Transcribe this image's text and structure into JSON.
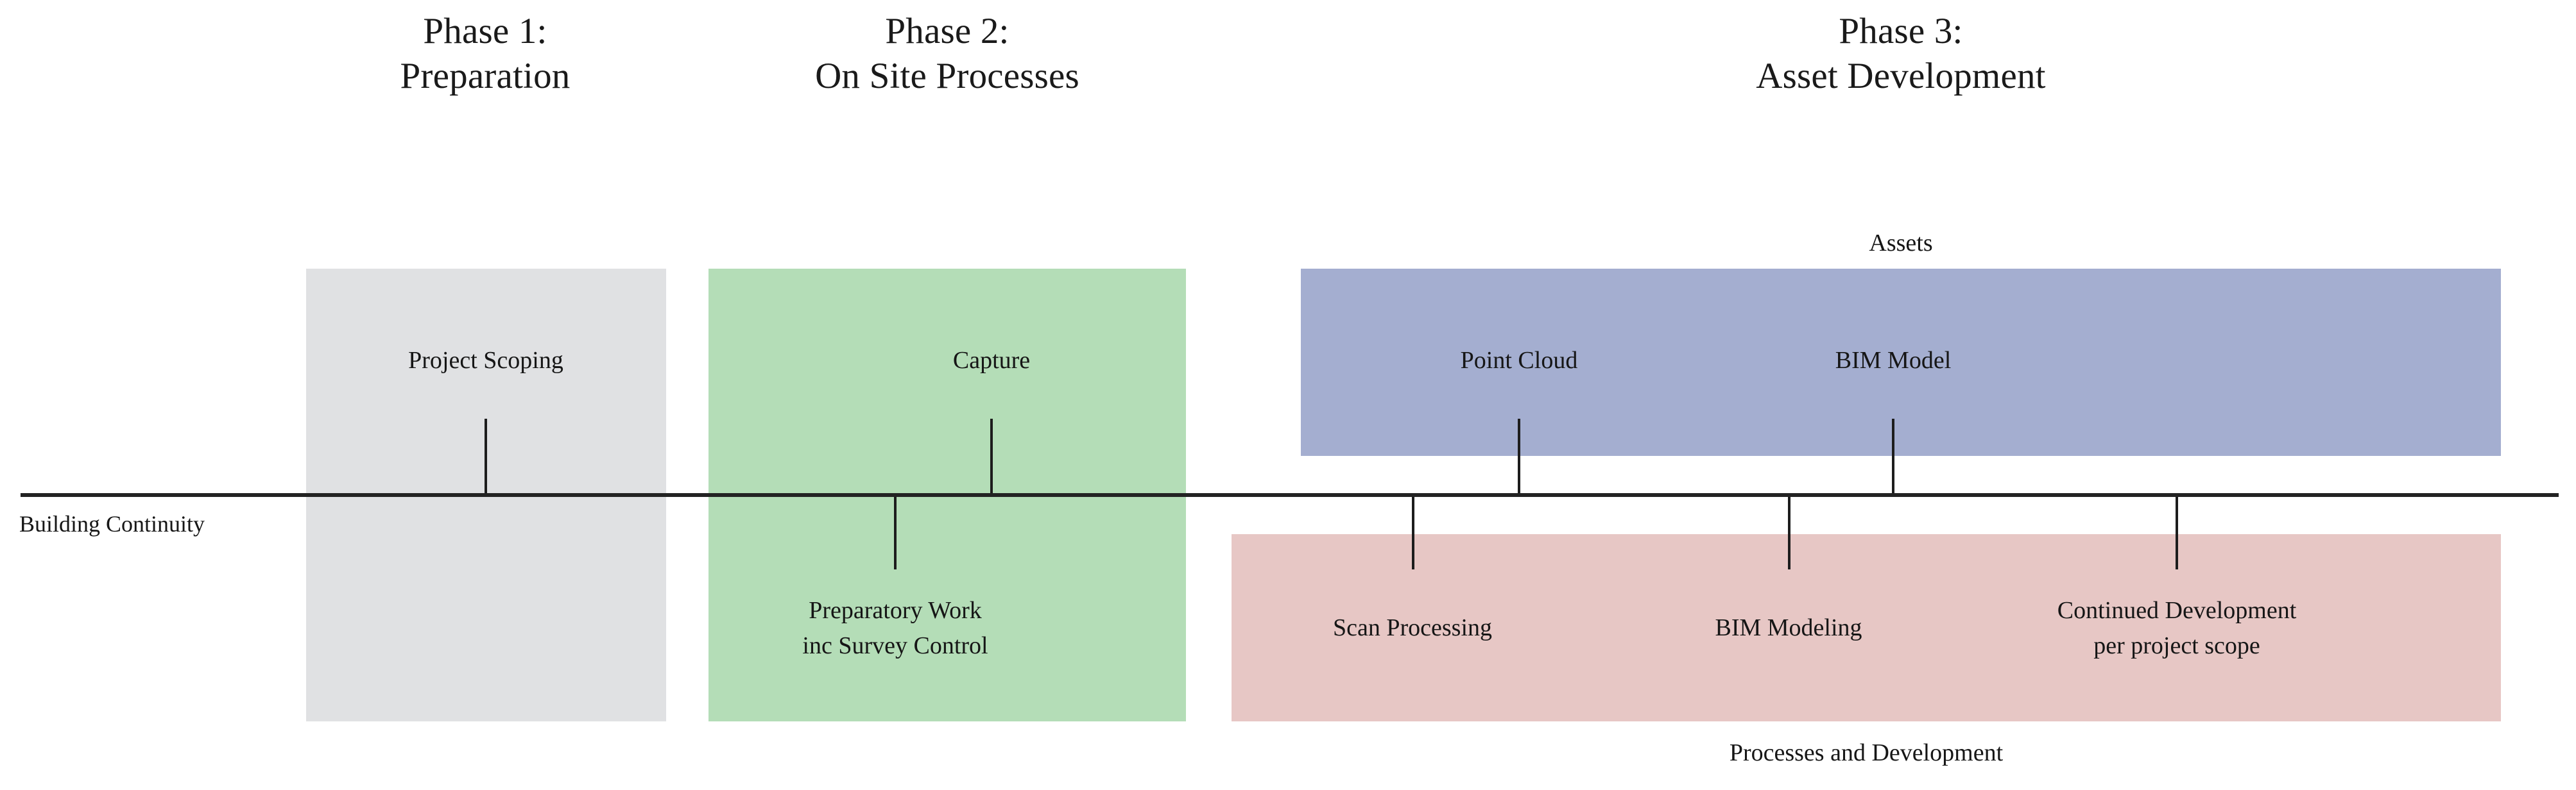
{
  "diagram": {
    "title_row": [
      {
        "name": "phase-1",
        "label": "Phase 1:\nPreparation"
      },
      {
        "name": "phase-2",
        "label": "Phase 2:\nOn Site Processes"
      },
      {
        "name": "phase-3",
        "label": "Phase 3:\nAsset Development"
      }
    ],
    "axis": {
      "label": "Building Continuity"
    },
    "group_captions": {
      "assets": "Assets",
      "processes": "Processes and Development"
    },
    "bands": [
      {
        "name": "preparation-band",
        "color": "#e0e1e3"
      },
      {
        "name": "on-site-band",
        "color": "#b4ddb7"
      },
      {
        "name": "assets-band",
        "color": "#a4aed0"
      },
      {
        "name": "processes-band",
        "color": "#e7c7c5"
      }
    ],
    "nodes_above": [
      {
        "name": "project-scoping",
        "label": "Project Scoping"
      },
      {
        "name": "capture",
        "label": "Capture"
      },
      {
        "name": "point-cloud",
        "label": "Point Cloud"
      },
      {
        "name": "bim-model",
        "label": "BIM Model"
      }
    ],
    "nodes_below": [
      {
        "name": "preparatory-work",
        "label": "Preparatory Work\ninc Survey Control"
      },
      {
        "name": "scan-processing",
        "label": "Scan Processing"
      },
      {
        "name": "bim-modeling",
        "label": "BIM Modeling"
      },
      {
        "name": "continued-development",
        "label": "Continued Development\nper project scope"
      }
    ]
  }
}
